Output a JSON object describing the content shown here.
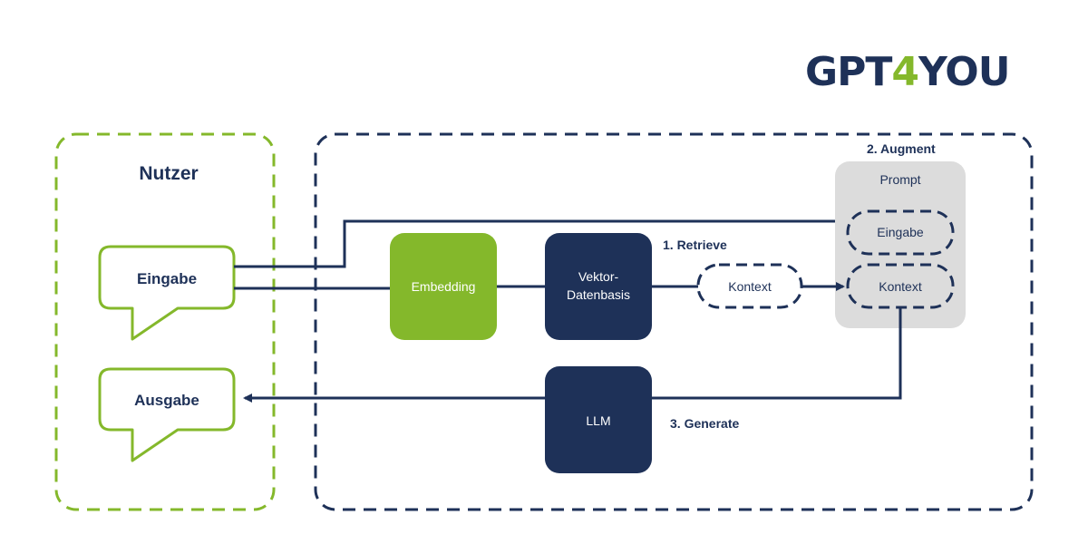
{
  "logo": {
    "part1": "GPT",
    "part2": "4",
    "part3": "YOU"
  },
  "colors": {
    "navy": "#1e3158",
    "green": "#84b82b",
    "gray": "#dcdcdc",
    "white": "#ffffff"
  },
  "user_panel": {
    "title": "Nutzer",
    "input_bubble": "Eingabe",
    "output_bubble": "Ausgabe"
  },
  "system": {
    "embedding": "Embedding",
    "vector_db": {
      "line1": "Vektor-",
      "line2": "Datenbasis"
    },
    "context_retrieved": "Kontext",
    "llm": "LLM",
    "prompt": {
      "title": "Prompt",
      "input": "Eingabe",
      "context": "Kontext"
    }
  },
  "steps": {
    "retrieve": "1. Retrieve",
    "augment": "2. Augment",
    "generate": "3. Generate"
  }
}
